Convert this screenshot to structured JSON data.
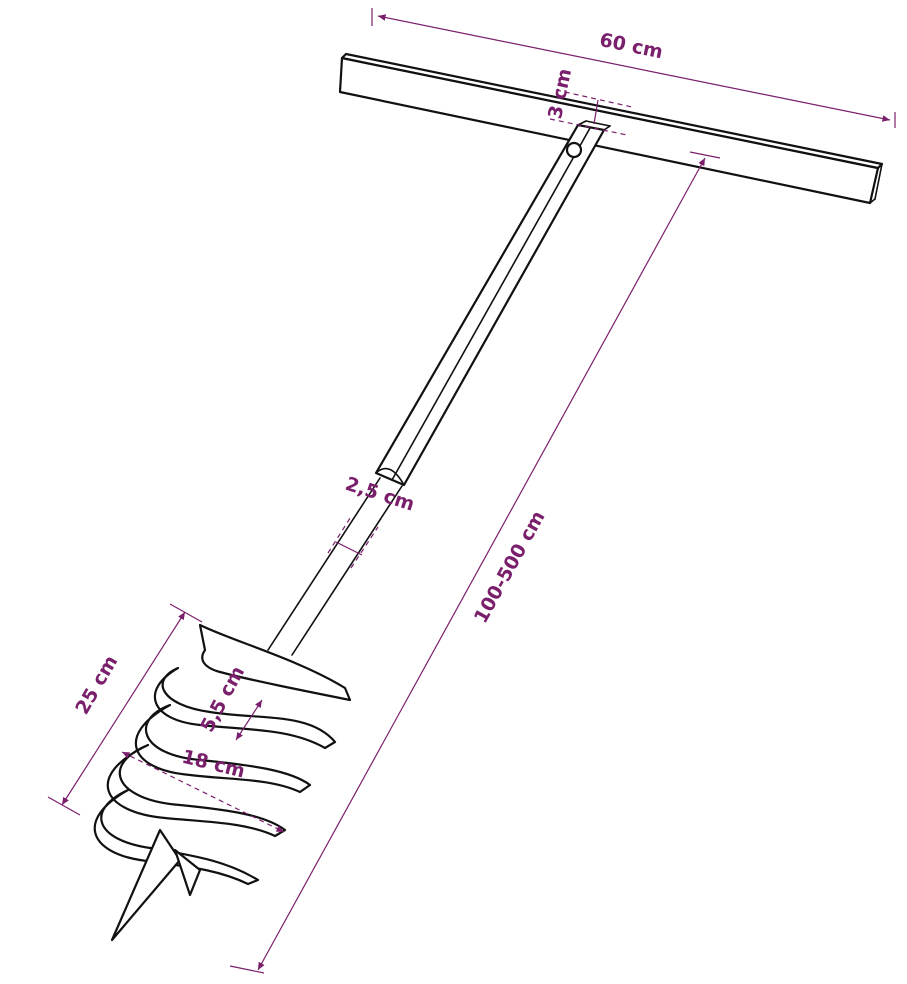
{
  "diagram": {
    "subject": "T-handle earth auger drill",
    "colors": {
      "dimension": "#7a1f6b",
      "outline": "#111111",
      "background": "#ffffff"
    },
    "dimensions": {
      "handle_length": "60 cm",
      "handle_thickness": "3 cm",
      "shaft_diameter": "2,5 cm",
      "total_length": "100-500 cm",
      "auger_length": "25 cm",
      "flight_spacing": "5,5 cm",
      "auger_diameter": "18 cm"
    }
  }
}
